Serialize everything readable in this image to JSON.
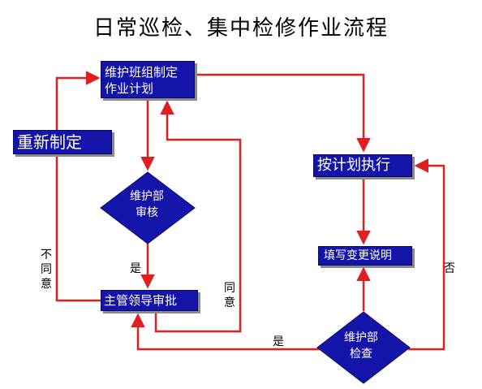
{
  "title": "日常巡检、集中检修作业流程",
  "nodes": {
    "plan": [
      "维护班组制定",
      "作业计划"
    ],
    "redo": "重新制定",
    "execute": "按计划执行",
    "change": "填写变更说明",
    "approve": "主管领导审批",
    "review": [
      "维护部",
      "审核"
    ],
    "check": [
      "维护部",
      "检查"
    ]
  },
  "labels": {
    "reject": "不同意",
    "agree": "同意",
    "yes_review": "是",
    "yes_check": "是",
    "no_check": "否"
  },
  "colors": {
    "box_fill": "#1414a8",
    "arrow": "#e02020"
  }
}
